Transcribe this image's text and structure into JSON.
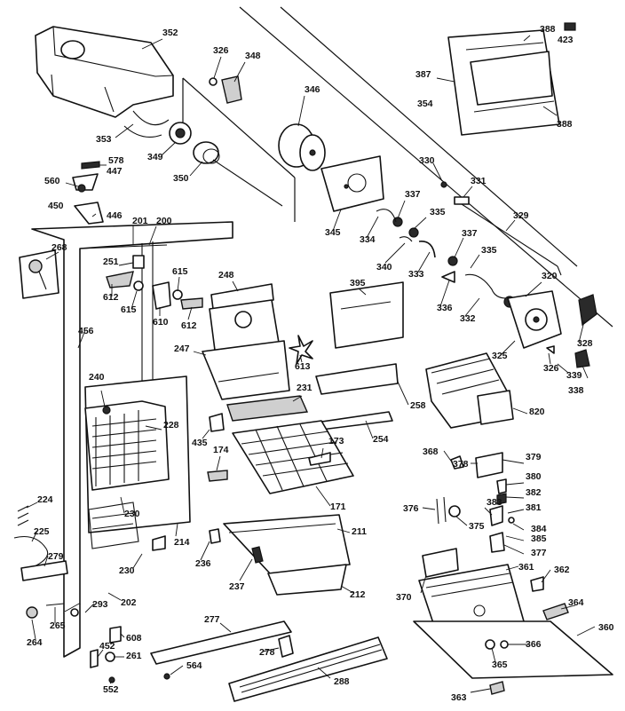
{
  "diagram": {
    "background": "#ffffff",
    "ink": "#111111",
    "callouts": [
      {
        "id": "352",
        "label": "352"
      },
      {
        "id": "326a",
        "label": "326"
      },
      {
        "id": "348",
        "label": "348"
      },
      {
        "id": "346",
        "label": "346"
      },
      {
        "id": "354",
        "label": "354"
      },
      {
        "id": "387",
        "label": "387"
      },
      {
        "id": "388a",
        "label": "388"
      },
      {
        "id": "423",
        "label": "423"
      },
      {
        "id": "388b",
        "label": "388"
      },
      {
        "id": "353",
        "label": "353"
      },
      {
        "id": "349",
        "label": "349"
      },
      {
        "id": "350",
        "label": "350"
      },
      {
        "id": "578",
        "label": "578"
      },
      {
        "id": "447",
        "label": "447"
      },
      {
        "id": "560",
        "label": "560"
      },
      {
        "id": "450",
        "label": "450"
      },
      {
        "id": "446",
        "label": "446"
      },
      {
        "id": "201",
        "label": "201"
      },
      {
        "id": "200",
        "label": "200"
      },
      {
        "id": "345",
        "label": "345"
      },
      {
        "id": "334",
        "label": "334"
      },
      {
        "id": "330",
        "label": "330"
      },
      {
        "id": "331",
        "label": "331"
      },
      {
        "id": "337a",
        "label": "337"
      },
      {
        "id": "335a",
        "label": "335"
      },
      {
        "id": "329",
        "label": "329"
      },
      {
        "id": "340",
        "label": "340"
      },
      {
        "id": "333",
        "label": "333"
      },
      {
        "id": "337b",
        "label": "337"
      },
      {
        "id": "335b",
        "label": "335"
      },
      {
        "id": "268",
        "label": "268"
      },
      {
        "id": "251",
        "label": "251"
      },
      {
        "id": "612a",
        "label": "612"
      },
      {
        "id": "615a",
        "label": "615"
      },
      {
        "id": "615b",
        "label": "615"
      },
      {
        "id": "610",
        "label": "610"
      },
      {
        "id": "612b",
        "label": "612"
      },
      {
        "id": "248",
        "label": "248"
      },
      {
        "id": "395",
        "label": "395"
      },
      {
        "id": "320",
        "label": "320"
      },
      {
        "id": "336",
        "label": "336"
      },
      {
        "id": "332",
        "label": "332"
      },
      {
        "id": "456",
        "label": "456"
      },
      {
        "id": "247",
        "label": "247"
      },
      {
        "id": "613",
        "label": "613"
      },
      {
        "id": "328",
        "label": "328"
      },
      {
        "id": "325",
        "label": "325"
      },
      {
        "id": "326b",
        "label": "326"
      },
      {
        "id": "339",
        "label": "339"
      },
      {
        "id": "338",
        "label": "338"
      },
      {
        "id": "240",
        "label": "240"
      },
      {
        "id": "231",
        "label": "231"
      },
      {
        "id": "258",
        "label": "258"
      },
      {
        "id": "820",
        "label": "820"
      },
      {
        "id": "228",
        "label": "228"
      },
      {
        "id": "435",
        "label": "435"
      },
      {
        "id": "173",
        "label": "173"
      },
      {
        "id": "254",
        "label": "254"
      },
      {
        "id": "368",
        "label": "368"
      },
      {
        "id": "174",
        "label": "174"
      },
      {
        "id": "378",
        "label": "378"
      },
      {
        "id": "379",
        "label": "379"
      },
      {
        "id": "380",
        "label": "380"
      },
      {
        "id": "382",
        "label": "382"
      },
      {
        "id": "230a",
        "label": "230"
      },
      {
        "id": "171",
        "label": "171"
      },
      {
        "id": "224",
        "label": "224"
      },
      {
        "id": "376",
        "label": "376"
      },
      {
        "id": "383",
        "label": "383"
      },
      {
        "id": "381",
        "label": "381"
      },
      {
        "id": "375",
        "label": "375"
      },
      {
        "id": "384",
        "label": "384"
      },
      {
        "id": "225",
        "label": "225"
      },
      {
        "id": "211",
        "label": "211"
      },
      {
        "id": "385",
        "label": "385"
      },
      {
        "id": "214",
        "label": "214"
      },
      {
        "id": "377",
        "label": "377"
      },
      {
        "id": "279",
        "label": "279"
      },
      {
        "id": "236",
        "label": "236"
      },
      {
        "id": "230b",
        "label": "230"
      },
      {
        "id": "361",
        "label": "361"
      },
      {
        "id": "362",
        "label": "362"
      },
      {
        "id": "237",
        "label": "237"
      },
      {
        "id": "212",
        "label": "212"
      },
      {
        "id": "370",
        "label": "370"
      },
      {
        "id": "202",
        "label": "202"
      },
      {
        "id": "364",
        "label": "364"
      },
      {
        "id": "293",
        "label": "293"
      },
      {
        "id": "277",
        "label": "277"
      },
      {
        "id": "360",
        "label": "360"
      },
      {
        "id": "265",
        "label": "265"
      },
      {
        "id": "264",
        "label": "264"
      },
      {
        "id": "608",
        "label": "608"
      },
      {
        "id": "366",
        "label": "366"
      },
      {
        "id": "452",
        "label": "452"
      },
      {
        "id": "278",
        "label": "278"
      },
      {
        "id": "261",
        "label": "261"
      },
      {
        "id": "564",
        "label": "564"
      },
      {
        "id": "365",
        "label": "365"
      },
      {
        "id": "288",
        "label": "288"
      },
      {
        "id": "552",
        "label": "552"
      },
      {
        "id": "363",
        "label": "363"
      }
    ]
  }
}
